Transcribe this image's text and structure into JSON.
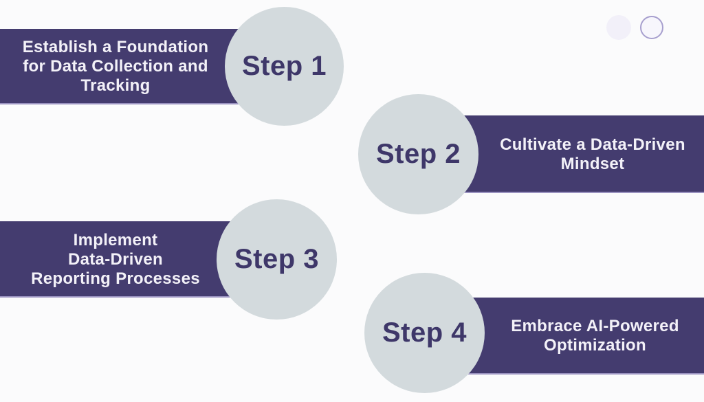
{
  "page": {
    "type": "infographic",
    "background": "#fbfbfc"
  },
  "colors": {
    "banner_fill": "#443c6f",
    "banner_edge": "#9a92c0",
    "banner_text": "#f3f1f8",
    "circle_fill": "#d3dadd",
    "step_label_text": "#3e3769",
    "dot_filled_fill": "#f2f0f9",
    "dot_outlined_stroke": "#a79fce",
    "dot_outlined_fill": "#f7f6fc",
    "page_bg": "#fbfbfc"
  },
  "steps": [
    {
      "label": "Step 1",
      "title": "Establish a Foundation for Data Collection and Tracking",
      "lines": [
        "Establish a Foundation",
        "for Data Collection and",
        "Tracking"
      ],
      "side": "banner-left-circle-right"
    },
    {
      "label": "Step 2",
      "title": "Cultivate a Data-Driven Mindset",
      "lines": [
        "Cultivate a Data-Driven",
        "Mindset"
      ],
      "side": "circle-left-banner-right"
    },
    {
      "label": "Step 3",
      "title": "Implement Data-Driven Reporting Processes",
      "lines": [
        "Implement",
        "Data-Driven",
        "Reporting Processes"
      ],
      "side": "banner-left-circle-right"
    },
    {
      "label": "Step 4",
      "title": "Embrace AI-Powered Optimization",
      "lines": [
        "Embrace AI-Powered",
        "Optimization"
      ],
      "side": "circle-left-banner-right"
    }
  ],
  "pagination": {
    "dots": [
      {
        "state": "filled"
      },
      {
        "state": "outlined"
      }
    ]
  }
}
